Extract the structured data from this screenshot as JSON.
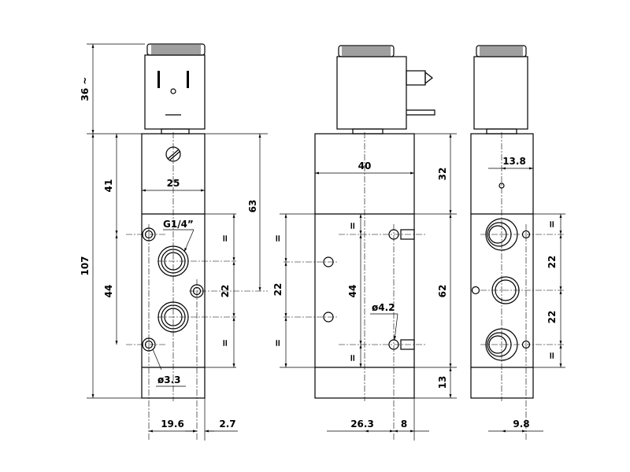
{
  "dimensions": {
    "coil_height": "36 ~",
    "top_section": "41",
    "body_total": "107",
    "lower_section": "44",
    "width_front": "25",
    "port_thread": "G1/4”",
    "height_63": "63",
    "port_pitch_front": "22",
    "mount_hole_front": "ø3.3",
    "offset_19_6": "19.6",
    "offset_2_7": "2.7",
    "width_side": "40",
    "side_pitch_22": "22",
    "side_pitch_44": "44",
    "mount_hole_side": "ø4.2",
    "offset_26_3": "26.3",
    "offset_8": "8",
    "side_top_32": "32",
    "side_mid_62": "62",
    "side_bottom_13": "13",
    "rear_13_8": "13.8",
    "rear_pitch_upper": "22",
    "rear_pitch_lower": "22",
    "rear_9_8": "9.8"
  },
  "symbols": {
    "equal": "="
  }
}
